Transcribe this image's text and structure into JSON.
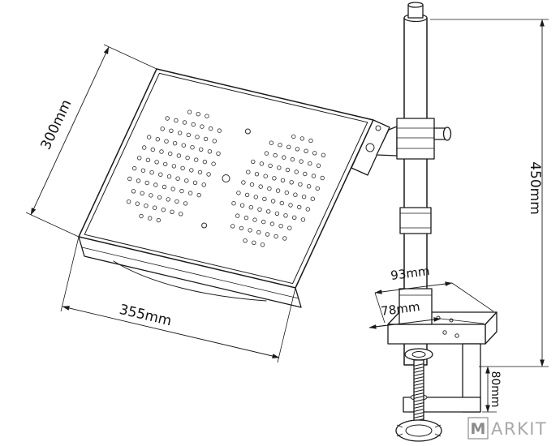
{
  "diagram": {
    "type": "technical-drawing",
    "subject": "desk-clamp laptop tray arm, dimensioned line drawing",
    "labels": {
      "tray_depth": "300mm",
      "tray_width": "355mm",
      "pole_height": "450mm",
      "clamp_plate_depth": "93mm",
      "clamp_plate_width": "78mm",
      "clamp_opening": "80mm"
    },
    "watermark": {
      "boxed_letter": "M",
      "text": "ARKIT"
    },
    "colors": {
      "line": "#1a1a1a",
      "watermark": "#9c9c9c",
      "background": "#ffffff"
    }
  }
}
